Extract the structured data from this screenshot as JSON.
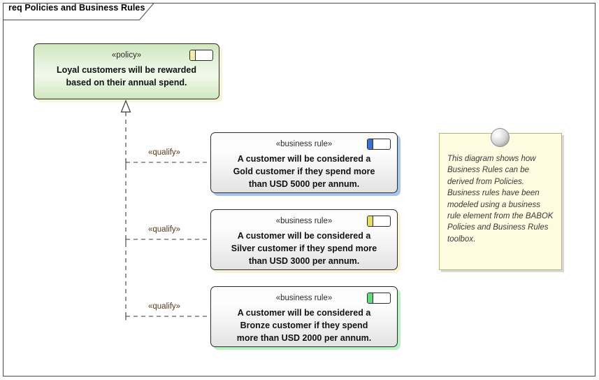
{
  "diagram": {
    "frame_title": "req Policies and Business Rules",
    "kind": "req",
    "name": "Policies and Business Rules"
  },
  "policy": {
    "stereotype": "«policy»",
    "name_line1": "Loyal customers will be rewarded",
    "name_line2": "based on their annual spend.",
    "icon": "requirement-tag-icon",
    "accent_color": "#f2edb4",
    "fill_color": "#e9f5e2",
    "shadow_color": "#f7f3d8"
  },
  "rules": [
    {
      "id": "gold",
      "stereotype": "«business rule»",
      "name_line1": "A customer will be considered a",
      "name_line2": "Gold customer if they spend more",
      "name_line3": "than USD 5000 per annum.",
      "icon": "requirement-tag-icon",
      "accent_color": "#3b6fd4",
      "shadow_color": "#a8c4ef"
    },
    {
      "id": "silver",
      "stereotype": "«business rule»",
      "name_line1": "A customer will be considered a",
      "name_line2": "Silver customer if they spend more",
      "name_line3": "than USD 3000 per annum.",
      "icon": "requirement-tag-icon",
      "accent_color": "#e8dc63",
      "shadow_color": "#f7f3d8"
    },
    {
      "id": "bronze",
      "stereotype": "«business rule»",
      "name_line1": "A customer will be considered a",
      "name_line2": "Bronze customer if they spend",
      "name_line3": "more than USD 2000 per annum.",
      "icon": "requirement-tag-icon",
      "accent_color": "#5fd97a",
      "shadow_color": "#b9f0c4"
    }
  ],
  "connectors": [
    {
      "id": "gold-qualify",
      "label": "«qualify»"
    },
    {
      "id": "silver-qualify",
      "label": "«qualify»"
    },
    {
      "id": "bronze-qualify",
      "label": "«qualify»"
    }
  ],
  "note": {
    "text": "This diagram shows how Business Rules can be derived from Policies. Business rules have been modeled using a business rule element from the BABOK Policies and Business Rules toolbox.",
    "pin": "note-pin-icon",
    "fill_color": "#fdfbe0",
    "border_color": "#b9b27d"
  },
  "colors": {
    "line": "#4a4a4a",
    "text": "#1a1a1a",
    "stereotype_label": "#5a3a18"
  }
}
